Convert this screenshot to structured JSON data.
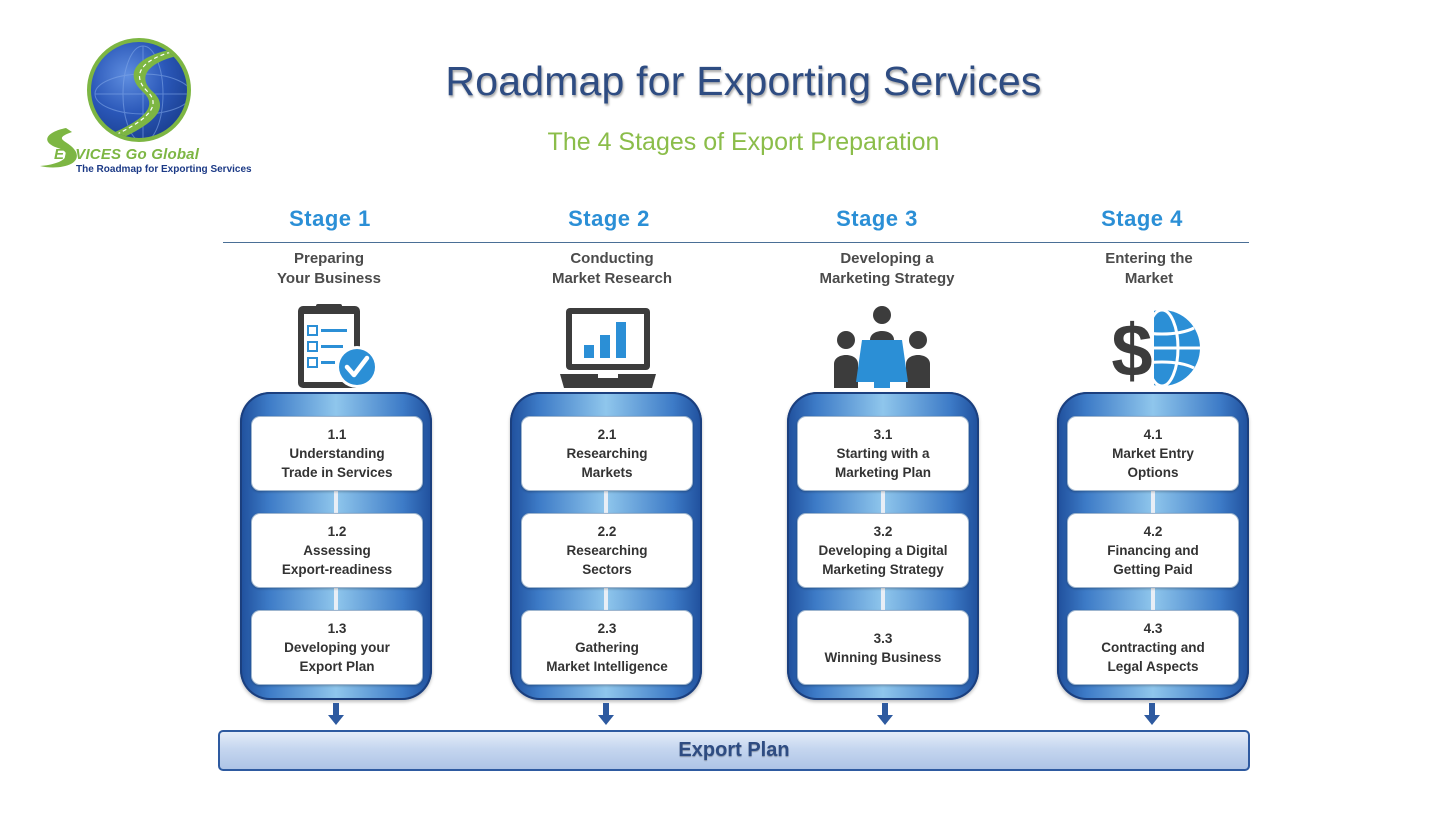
{
  "logo": {
    "name": "ERVICES Go Global",
    "tagline": "The Roadmap for Exporting Services"
  },
  "title": "Roadmap for Exporting Services",
  "subtitle": "The 4 Stages of Export Preparation",
  "stages": [
    {
      "heading": "Stage 1",
      "name": "Preparing\nYour Business",
      "icon": "checklist-icon",
      "steps": [
        {
          "num": "1.1",
          "label": "Understanding\nTrade in Services"
        },
        {
          "num": "1.2",
          "label": "Assessing\nExport-readiness"
        },
        {
          "num": "1.3",
          "label": "Developing your\nExport Plan"
        }
      ]
    },
    {
      "heading": "Stage 2",
      "name": "Conducting\nMarket Research",
      "icon": "laptop-chart-icon",
      "steps": [
        {
          "num": "2.1",
          "label": "Researching\nMarkets"
        },
        {
          "num": "2.2",
          "label": "Researching\nSectors"
        },
        {
          "num": "2.3",
          "label": "Gathering\nMarket Intelligence"
        }
      ]
    },
    {
      "heading": "Stage 3",
      "name": "Developing a\nMarketing Strategy",
      "icon": "meeting-icon",
      "steps": [
        {
          "num": "3.1",
          "label": "Starting with a\nMarketing Plan"
        },
        {
          "num": "3.2",
          "label": "Developing a Digital\nMarketing Strategy"
        },
        {
          "num": "3.3",
          "label": "Winning Business"
        }
      ]
    },
    {
      "heading": "Stage 4",
      "name": "Entering the\nMarket",
      "icon": "dollar-globe-icon",
      "steps": [
        {
          "num": "4.1",
          "label": "Market Entry\nOptions"
        },
        {
          "num": "4.2",
          "label": "Financing and\nGetting Paid"
        },
        {
          "num": "4.3",
          "label": "Contracting and\nLegal Aspects"
        }
      ]
    }
  ],
  "export_plan": "Export Plan",
  "colors": {
    "title": "#2e4c82",
    "subtitle": "#8bbd4a",
    "stage_heading": "#2b8fd6",
    "column_dark": "#1f4f9c",
    "column_light": "#8fc6ec",
    "icon_gray": "#3c3c3c",
    "icon_blue": "#2b8fd6"
  }
}
